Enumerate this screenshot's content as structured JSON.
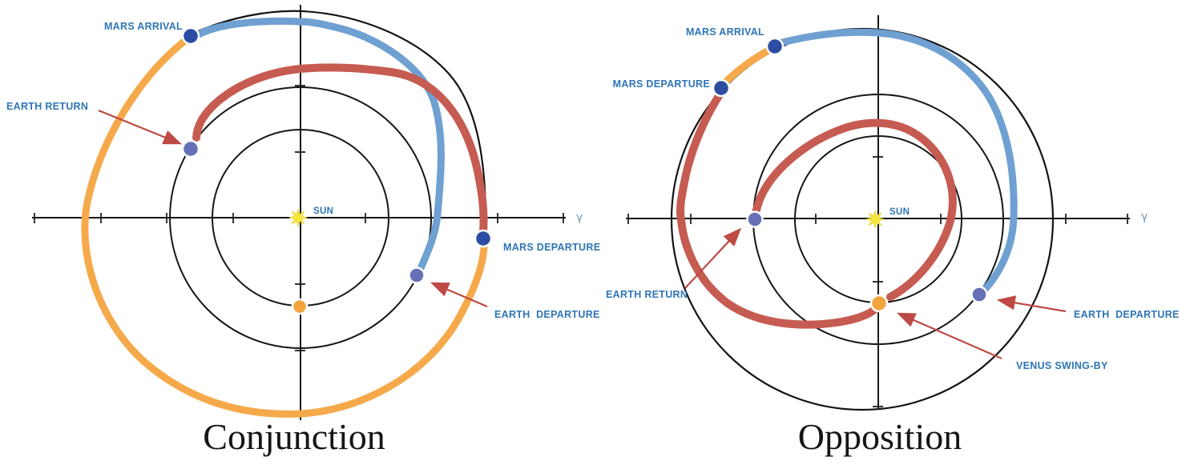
{
  "figure": {
    "description": "Two Mars mission trajectory diagrams comparing conjunction-class and opposition-class mission profiles around the Sun",
    "colors": {
      "outbound_trajectory_blue": "#6FA0D2",
      "return_trajectory_red": "#C65B52",
      "mars_stay_arc_orange": "#F6A94A",
      "mars_point_dot": "#2C4DA2",
      "earth_point_dot": "#6570B6",
      "venus_dot": "#F2A33C",
      "sun_yellow": "#F6E73C",
      "label_blue": "#2E75B6",
      "annotation_arrow_red": "#BE4A45",
      "orbit_line_black": "#161616",
      "gamma_symbol_color": "#7291B5"
    }
  },
  "diagrams": [
    {
      "id": "conjunction",
      "title": "Conjunction",
      "sun_label": "SUN",
      "gamma_symbol": "γ",
      "labels": {
        "mars_arrival": "MARS ARRIVAL",
        "earth_return": "EARTH RETURN",
        "mars_departure": "MARS DEPARTURE",
        "earth_departure": "EARTH  DEPARTURE"
      }
    },
    {
      "id": "opposition",
      "title": "Opposition",
      "sun_label": "SUN",
      "gamma_symbol": "γ",
      "labels": {
        "mars_arrival": "MARS ARRIVAL",
        "mars_departure": "MARS DEPARTURE",
        "earth_return": "EARTH RETURN",
        "earth_departure": "EARTH  DEPARTURE",
        "venus_swingby": "VENUS SWING-BY"
      }
    }
  ]
}
